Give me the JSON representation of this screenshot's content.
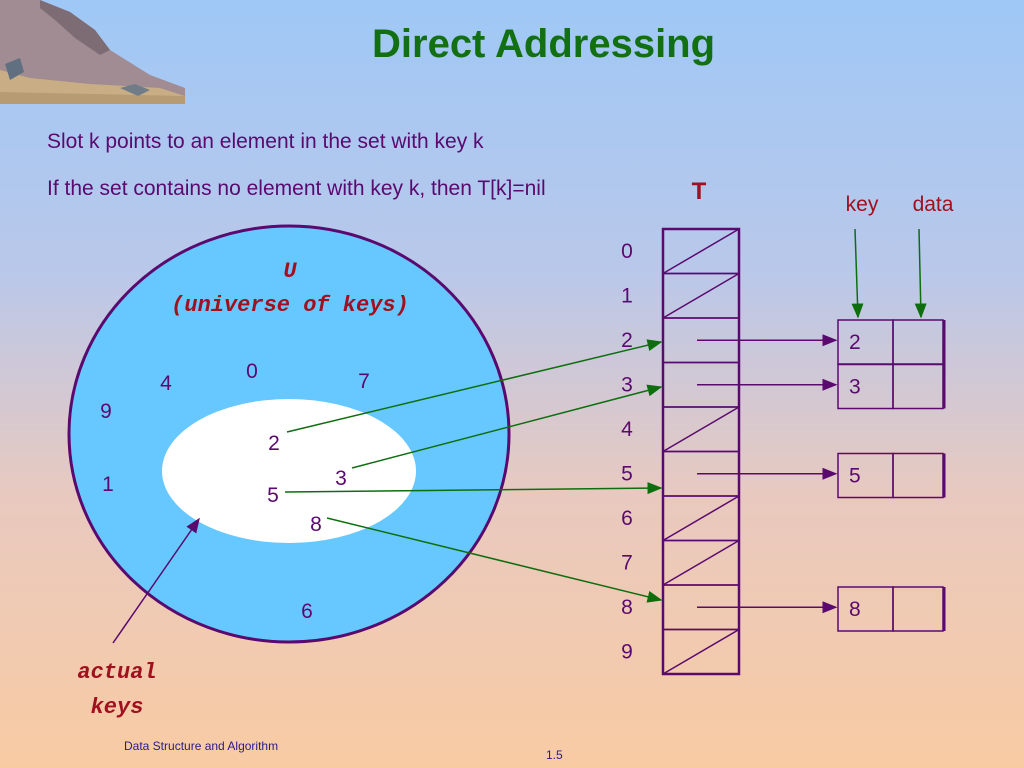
{
  "slide": {
    "title": "Direct Addressing",
    "bullets": [
      "Slot k points to an element in the set with key k",
      "If the set contains no element with key k, then T[k]=nil"
    ],
    "footer_left": "Data Structure and Algorithm",
    "footer_right": "1.5"
  },
  "diagram": {
    "universe_label": "U",
    "universe_sublabel": "(universe of keys)",
    "universe_keys": [
      "0",
      "4",
      "7",
      "9",
      "1",
      "6"
    ],
    "actual_keys": [
      "2",
      "3",
      "5",
      "8"
    ],
    "actual_keys_label_line1": "actual",
    "actual_keys_label_line2": "keys",
    "table_label": "T",
    "table_indices": [
      "0",
      "1",
      "2",
      "3",
      "4",
      "5",
      "6",
      "7",
      "8",
      "9"
    ],
    "key_header": "key",
    "data_header": "data",
    "elements": [
      {
        "key": "2"
      },
      {
        "key": "3"
      },
      {
        "key": "5"
      },
      {
        "key": "8"
      }
    ]
  },
  "colors": {
    "title": "#127012",
    "text": "#5a0a6e",
    "structure": "#5a0a6e",
    "arrow_green": "#0e6e0e",
    "label_red": "#a0101e",
    "universe_fill": "#66c8ff"
  },
  "icons": {
    "corner_art": "rocky-landscape-clipart"
  }
}
